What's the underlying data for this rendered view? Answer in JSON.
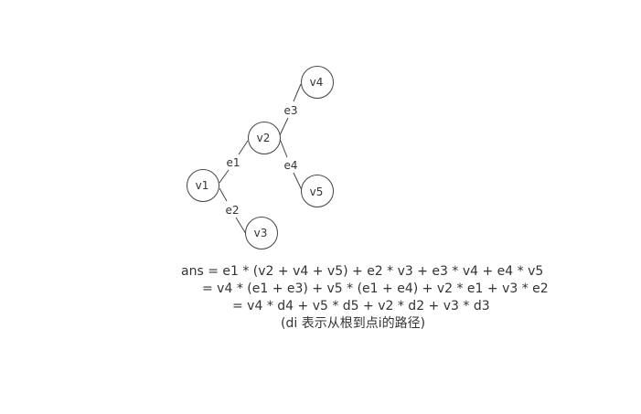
{
  "nodes": {
    "v1": "v1",
    "v2": "v2",
    "v3": "v3",
    "v4": "v4",
    "v5": "v5"
  },
  "edges": {
    "e1": "e1",
    "e2": "e2",
    "e3": "e3",
    "e4": "e4"
  },
  "formula": {
    "line1": "ans = e1 * (v2 + v4 + v5) + e2 * v3 + e3 * v4 + e4 * v5",
    "line2": "= v4 * (e1 + e3) + v5 * (e1 + e4) + v2 * e1 + v3 * e2",
    "line3": "= v4 * d4 + v5 * d5 + v2 * d2 + v3 * d3",
    "line4": "(di 表示从根到点i的路径)"
  }
}
